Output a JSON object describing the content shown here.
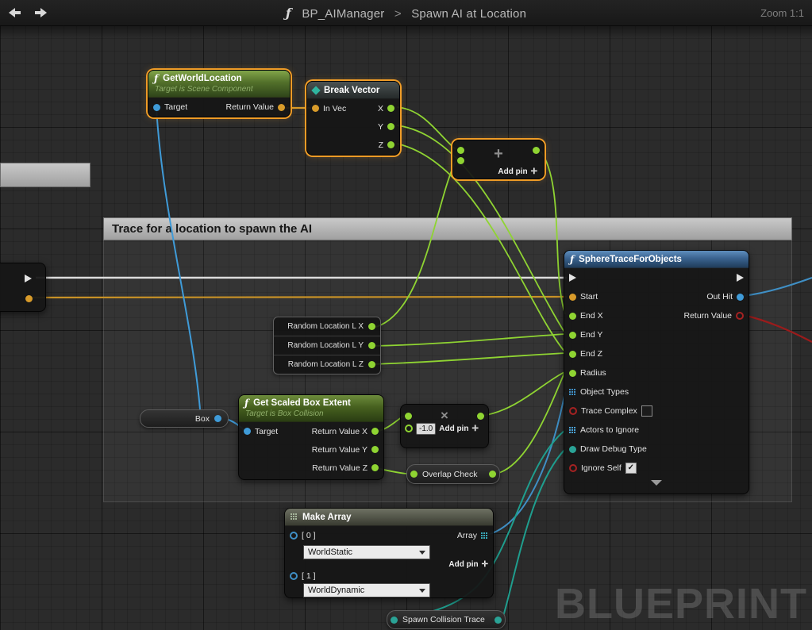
{
  "toolbar": {
    "fn_icon": "ƒ",
    "breadcrumb_parent": "BP_AIManager",
    "breadcrumb_separator": ">",
    "breadcrumb_current": "Spawn AI at Location",
    "zoom_label": "Zoom 1:1"
  },
  "comment": {
    "title": "Trace for a location to spawn the AI"
  },
  "watermark": "BLUEPRINT",
  "nodes": {
    "get_world_location": {
      "fn_icon": "ƒ",
      "title": "GetWorldLocation",
      "subtitle": "Target is Scene Component",
      "input_label": "Target",
      "output_label": "Return Value"
    },
    "break_vector": {
      "title": "Break Vector",
      "input_label": "In Vec",
      "outputs": [
        "X",
        "Y",
        "Z"
      ]
    },
    "add_node": {
      "operator": "+",
      "add_pin_label": "Add pin",
      "add_pin_icon": "✛"
    },
    "multiply_node": {
      "operator": "×",
      "value": "-1.0",
      "add_pin_label": "Add pin",
      "add_pin_icon": "✛"
    },
    "random_locations": [
      "Random Location L X",
      "Random Location L Y",
      "Random Location L Z"
    ],
    "box_variable": {
      "label": "Box"
    },
    "get_scaled_box_extent": {
      "fn_icon": "ƒ",
      "title": "Get Scaled Box Extent",
      "subtitle": "Target is Box Collision",
      "input_label": "Target",
      "outputs": [
        "Return Value X",
        "Return Value Y",
        "Return Value Z"
      ]
    },
    "overlap_check": {
      "label": "Overlap Check"
    },
    "sphere_trace": {
      "fn_icon": "ƒ",
      "title": "SphereTraceForObjects",
      "inputs": [
        "Start",
        "End X",
        "End Y",
        "End Z",
        "Radius",
        "Object Types",
        "Trace Complex",
        "Actors to Ignore",
        "Draw Debug Type",
        "Ignore Self"
      ],
      "outputs": [
        "Out Hit",
        "Return Value"
      ],
      "ignore_self_check": "✓"
    },
    "make_array": {
      "title": "Make Array",
      "item0_index": "[ 0 ]",
      "item0_value": "WorldStatic",
      "item1_index": "[ 1 ]",
      "item1_value": "WorldDynamic",
      "output_label": "Array",
      "add_pin_label": "Add pin",
      "add_pin_icon": "✛"
    },
    "spawn_collision_trace": {
      "label": "Spawn Collision Trace"
    }
  }
}
